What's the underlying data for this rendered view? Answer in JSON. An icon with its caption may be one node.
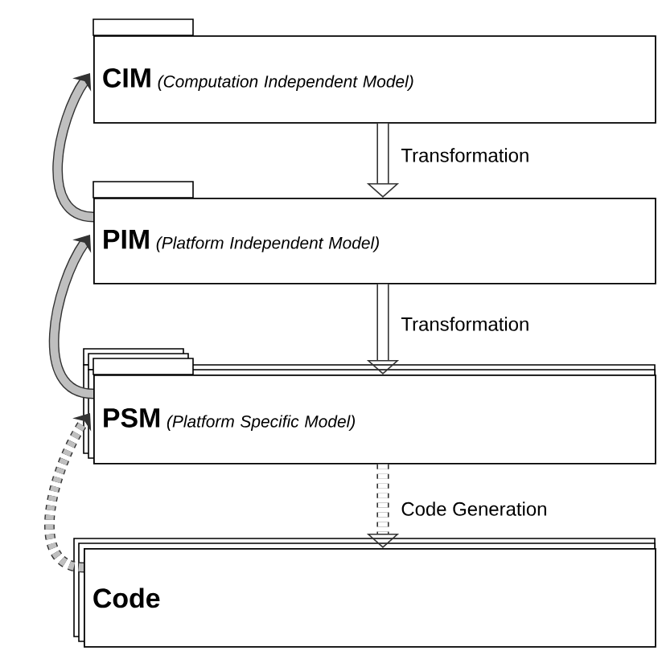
{
  "diagram": {
    "nodes": [
      {
        "text": [
          "CIM",
          "(Computation Independent Model)"
        ]
      },
      {
        "text": [
          "PIM",
          "(Platform Independent Model)"
        ]
      },
      {
        "text": [
          "PSM",
          "(Platform Specific Model)"
        ]
      },
      {
        "text": [
          "Code"
        ]
      }
    ],
    "edges": [
      {
        "from": 0,
        "to": 1,
        "arrow": "to",
        "label": "Transformation"
      },
      {
        "from": 1,
        "to": 2,
        "arrow": "to",
        "label": "Transformation"
      },
      {
        "from": 2,
        "to": 3,
        "arrow": "to",
        "label": "Code Generation",
        "style": "dashed"
      },
      {
        "from": 1,
        "to": 0,
        "arrow": "to"
      },
      {
        "from": 2,
        "to": 1,
        "arrow": "to"
      },
      {
        "from": 3,
        "to": 2,
        "arrow": "to",
        "style": "dashed"
      }
    ]
  }
}
